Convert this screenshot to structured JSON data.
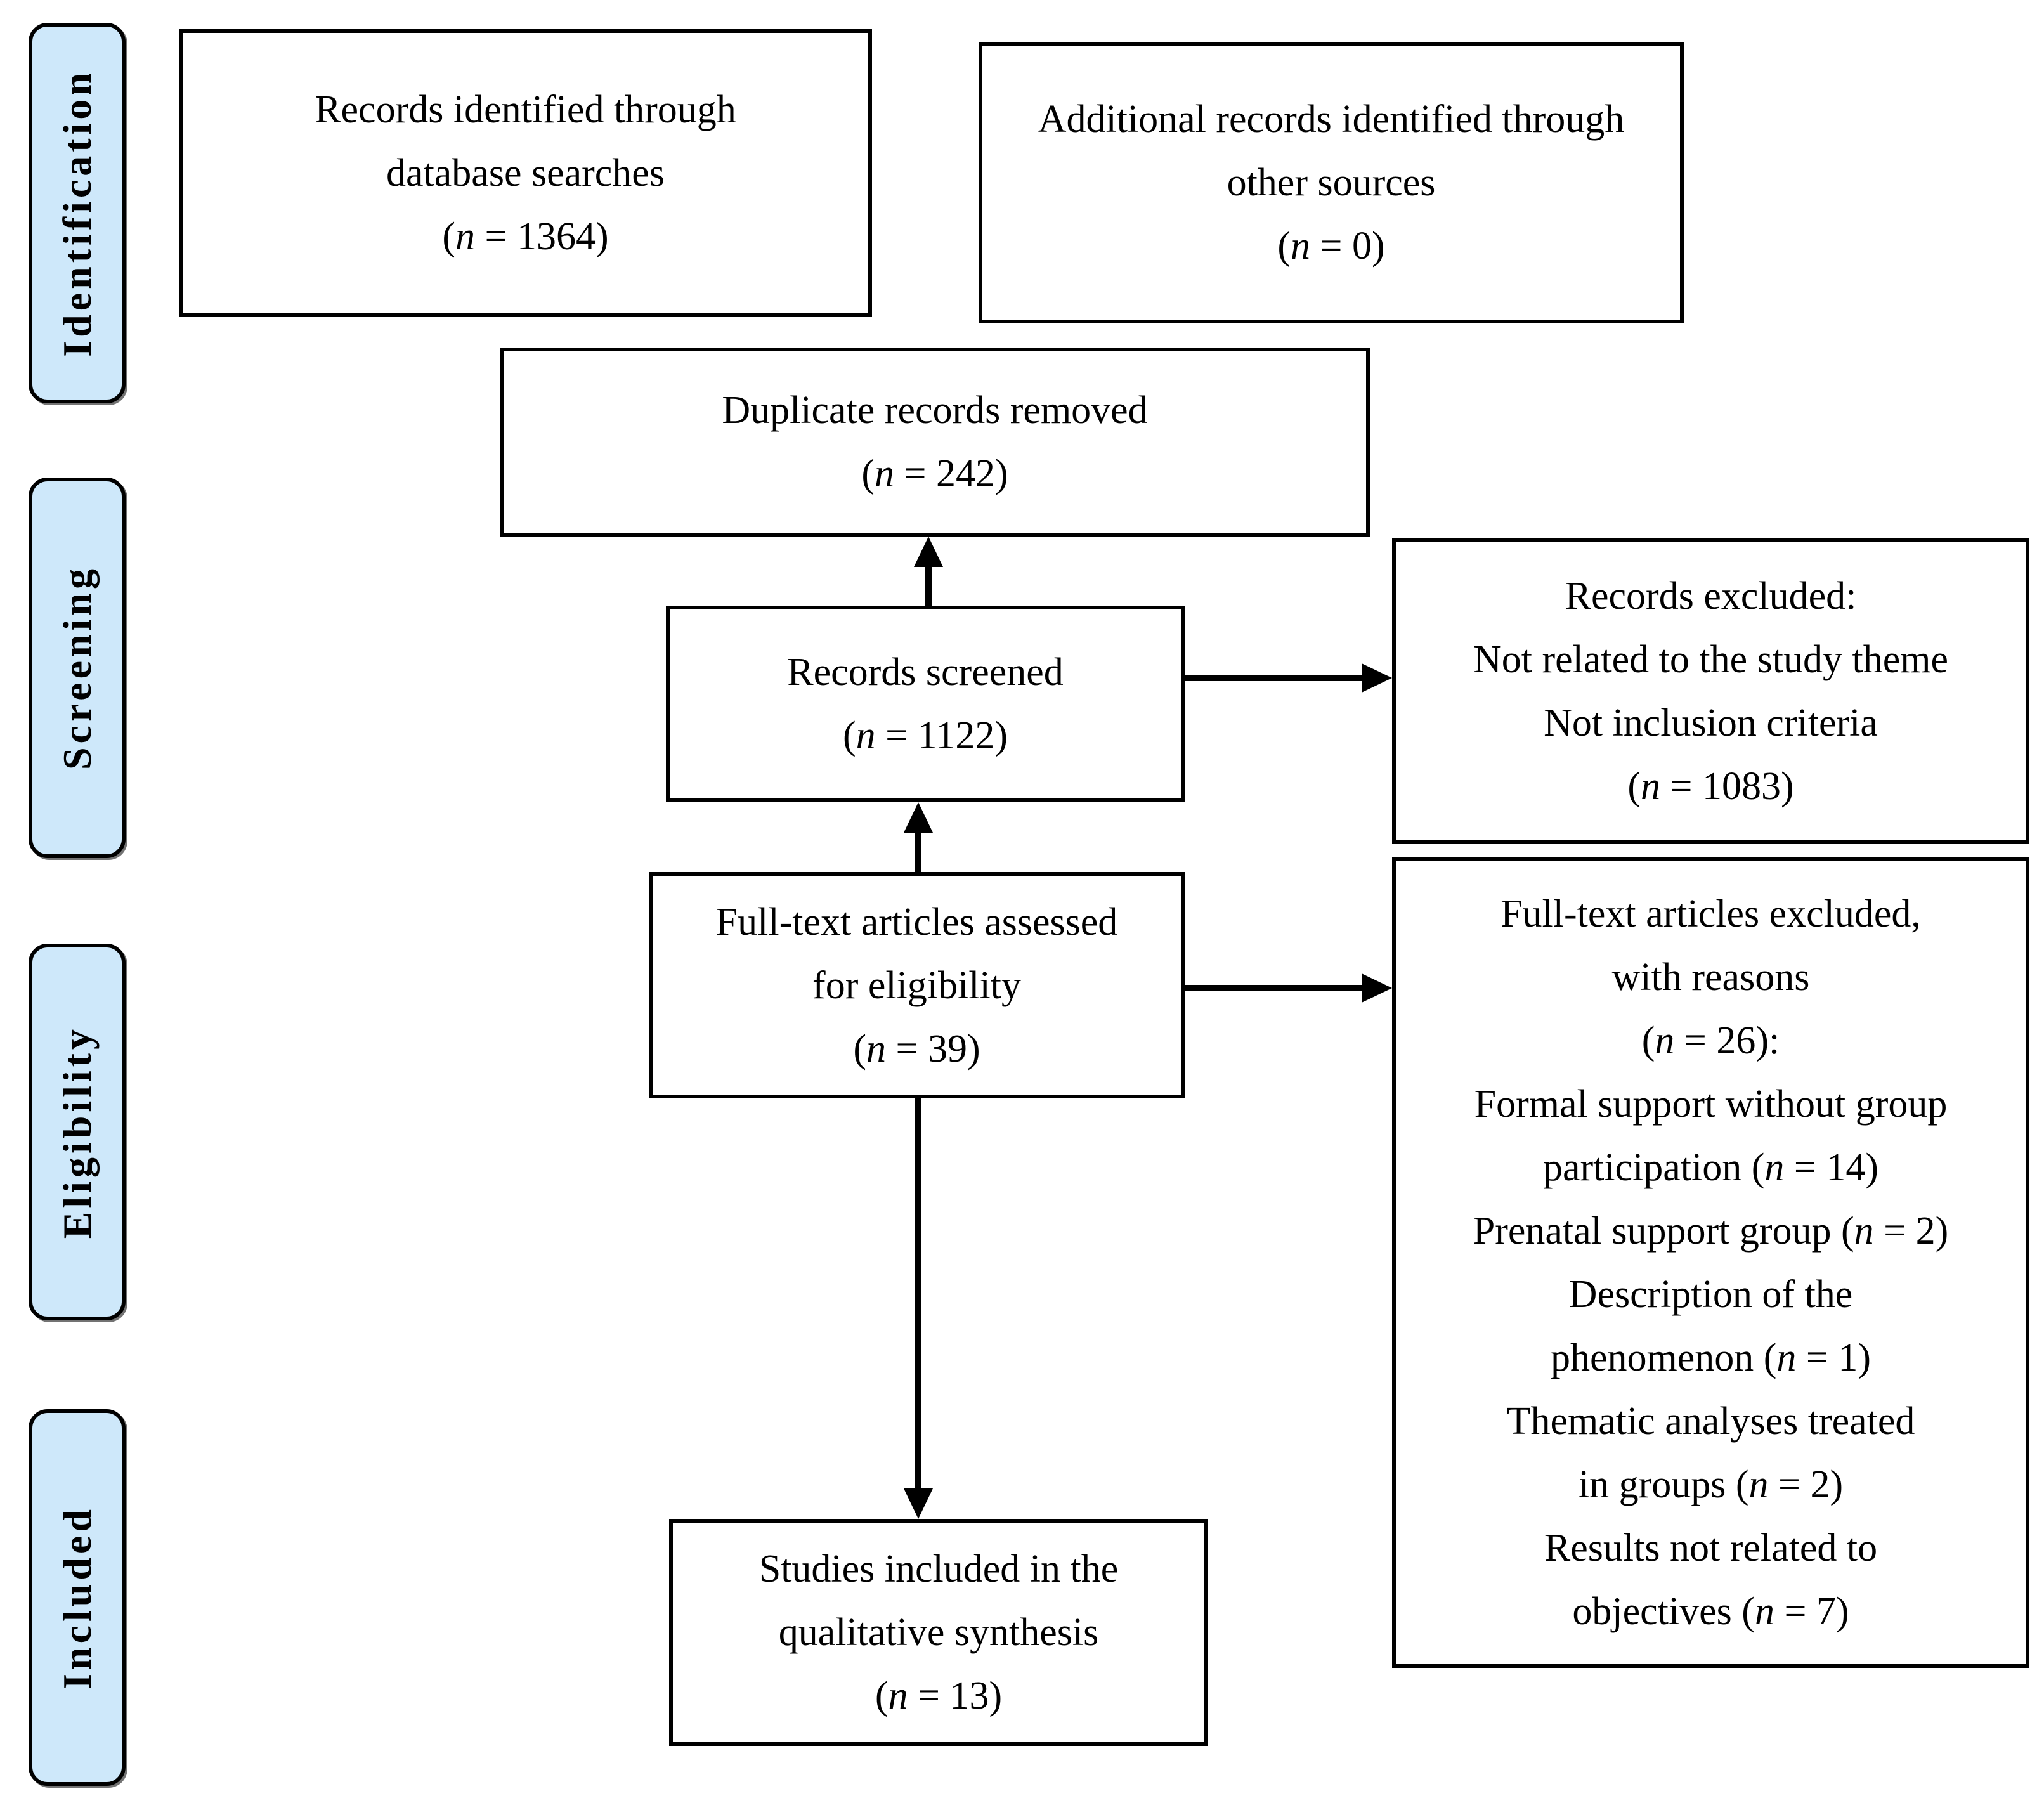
{
  "sidebar": {
    "stages": [
      {
        "label": "Identification"
      },
      {
        "label": "Screening"
      },
      {
        "label": "Eligibility"
      },
      {
        "label": "Included"
      }
    ]
  },
  "boxes": {
    "identified": {
      "lines": [
        "Records identified through",
        "database searches",
        "(n = 1364)"
      ]
    },
    "additional": {
      "lines": [
        "Additional records identified through",
        "other sources",
        "(n = 0)"
      ]
    },
    "duplicates": {
      "lines": [
        "Duplicate records removed",
        "(n = 242)"
      ]
    },
    "screened": {
      "lines": [
        "Records screened",
        "(n = 1122)"
      ]
    },
    "records_excluded": {
      "lines": [
        "Records excluded:",
        "Not related to the study theme",
        "Not inclusion criteria",
        "(n = 1083)"
      ]
    },
    "fulltext_assessed": {
      "lines": [
        "Full-text articles assessed",
        "for eligibility",
        "(n = 39)"
      ]
    },
    "fulltext_excluded": {
      "lines": [
        "Full-text articles excluded,",
        "with reasons",
        "(n = 26):",
        "Formal support without group",
        "participation (n = 14)",
        "Prenatal support group (n = 2)",
        "Description of the",
        "phenomenon (n = 1)",
        "Thematic analyses treated",
        "in groups (n = 2)",
        "Results not related to",
        "objectives (n = 7)"
      ]
    },
    "included_studies": {
      "lines": [
        "Studies included in the",
        "qualitative synthesis",
        "(n = 13)"
      ]
    }
  },
  "colors": {
    "stage_fill": "#cee8fa",
    "line_color": "#000000",
    "box_fill": "#ffffff"
  }
}
